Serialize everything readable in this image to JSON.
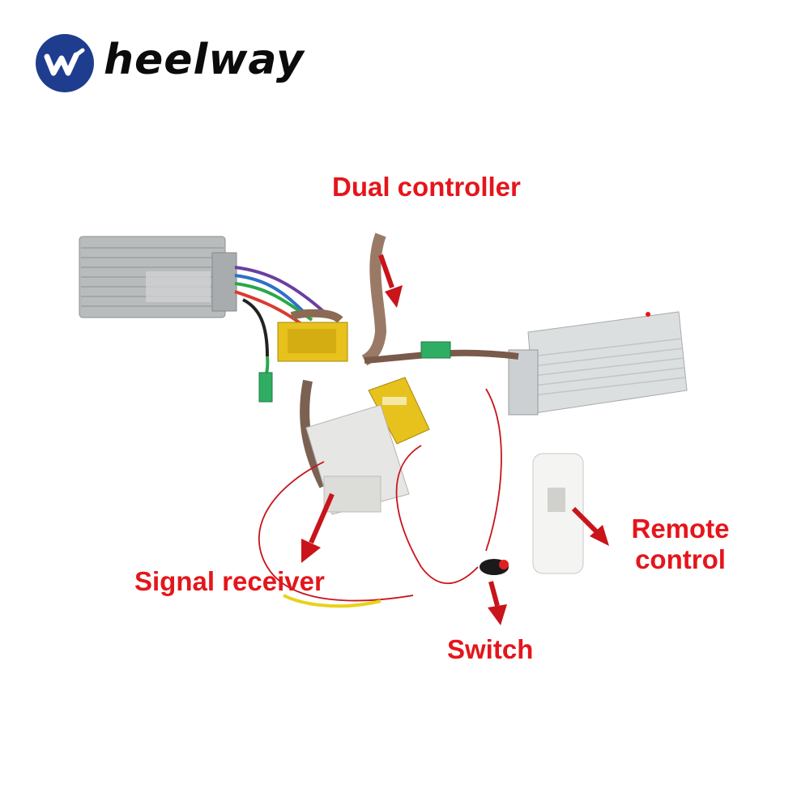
{
  "logo": {
    "text": "heelway",
    "icon": "wheelway-w-badge-icon",
    "brand_color": "#1f3d8f"
  },
  "labels": {
    "dual_controller": "Dual controller",
    "signal_receiver": "Signal receiver",
    "switch": "Switch",
    "remote_line1": "Remote",
    "remote_line2": "control"
  },
  "colors": {
    "label": "#e4161b",
    "arrow": "#c8141a"
  }
}
